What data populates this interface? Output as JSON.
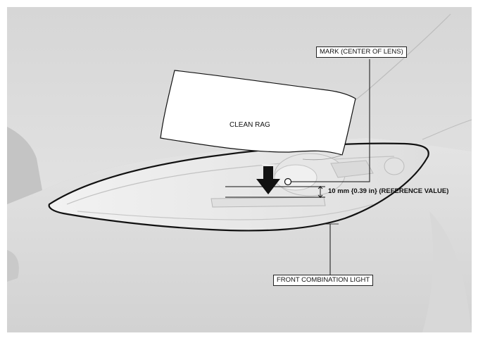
{
  "labels": {
    "mark_center_of_lens": "MARK (CENTER OF LENS)",
    "clean_rag": "CLEAN RAG",
    "reference_value": "10 mm {0.39 in} (REFERENCE VALUE)",
    "front_combination_light": "FRONT COMBINATION LIGHT"
  },
  "colors": {
    "body_panel": "#dcdcdc",
    "background_frame": "#c8c8c8",
    "lamp_lens": "#eeeeee",
    "outline": "#111111",
    "rag": "#ffffff"
  },
  "icons": {
    "press_arrow": "down-arrow-icon",
    "lens_mark": "circle-mark-icon"
  }
}
